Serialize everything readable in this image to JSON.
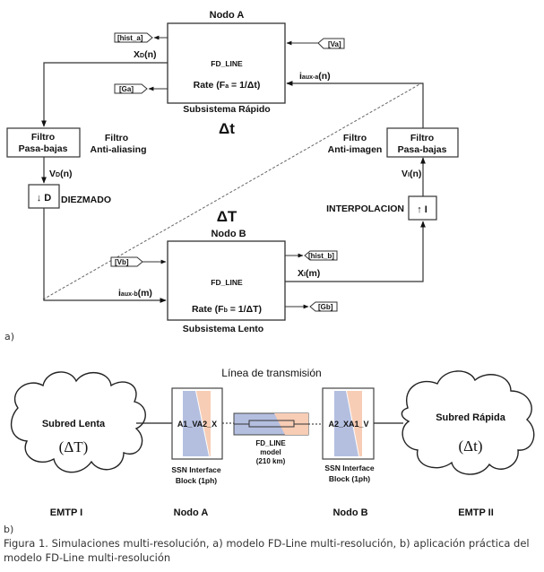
{
  "diagram_a": {
    "label": "a)",
    "node_a": {
      "title": "Nodo A",
      "block_name": "FD_LINE",
      "rate_prefix": "Rate (F",
      "rate_sub": "a",
      "rate_suffix": " = 1/Δt)",
      "subsystem": "Subsistema Rápido",
      "timestep": "Δt"
    },
    "node_b": {
      "title": "Nodo B",
      "block_name": "FD_LINE",
      "rate_prefix": "Rate (F",
      "rate_sub": "b",
      "rate_suffix": " = 1/ΔT)",
      "subsystem": "Subsistema Lento",
      "timestep": "ΔT"
    },
    "tags": {
      "hist_a": "[hist_a]",
      "ga": "[Ga]",
      "va": "[Va]",
      "vb": "[Vb]",
      "hist_b": "[hist_b]",
      "gb": "[Gb]"
    },
    "signals": {
      "xd_main": "X",
      "xd_sub": "D",
      "xd_arg": "(n)",
      "vd_main": "V",
      "vd_sub": "D",
      "vd_arg": "(n)",
      "iauxb_main": "i",
      "iauxb_sub": "aux-b",
      "iauxb_arg": "(m)",
      "xi_main": "X",
      "xi_sub": "I",
      "xi_arg": "(m)",
      "vi_main": "V",
      "vi_sub": "I",
      "vi_arg": "(n)",
      "iauxa_main": "i",
      "iauxa_sub": "aux-a",
      "iauxa_arg": "(n)"
    },
    "filters": {
      "left_box_line1": "Filtro",
      "left_box_line2": "Pasa-bajas",
      "left_desc_line1": "Filtro",
      "left_desc_line2": "Anti-aliasing",
      "right_box_line1": "Filtro",
      "right_box_line2": "Pasa-bajas",
      "right_desc_line1": "Filtro",
      "right_desc_line2": "Anti-imagen"
    },
    "decimation": {
      "symbol": "↓ D",
      "label": "DIEZMADO"
    },
    "interpolation": {
      "symbol": "↑ I",
      "label": "INTERPOLACION"
    }
  },
  "diagram_b": {
    "label": "b)",
    "title": "Línea de transmisión",
    "left_cloud": {
      "title": "Subred Lenta",
      "timestep": "(ΔT)",
      "emtp": "EMTP I"
    },
    "right_cloud": {
      "title": "Subred Rápida",
      "timestep": "(Δt)",
      "emtp": "EMTP II"
    },
    "left_block": {
      "ports": "A1_VA2_X",
      "line1": "SSN Interface",
      "line2": "Block (1ph)",
      "node": "Nodo A"
    },
    "right_block": {
      "ports": "A2_XA1_V",
      "line1": "SSN Interface",
      "line2": "Block (1ph)",
      "node": "Nodo B"
    },
    "line_model": {
      "line1": "FD_LINE",
      "line2": "model",
      "line3": "(210 km)"
    },
    "colors": {
      "blue": "#b4bfe0",
      "orange": "#f8cdb5"
    }
  },
  "caption": "Figura 1.  Simulaciones multi-resolución, a) modelo FD-Line multi-resolución, b) aplicación práctica del modelo FD-Line multi-resolución"
}
